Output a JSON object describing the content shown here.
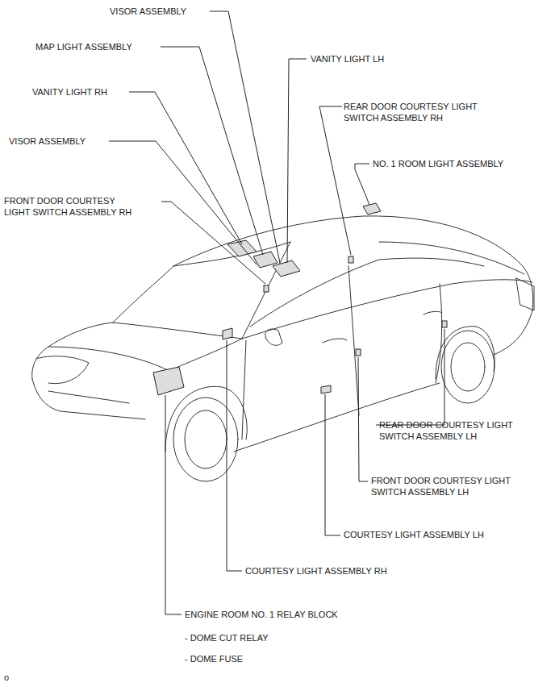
{
  "diagram": {
    "labels": [
      "VISOR ASSEMBLY",
      "MAP LIGHT ASSEMBLY",
      "VANITY LIGHT LH",
      "VANITY LIGHT RH",
      "REAR DOOR COURTESY LIGHT SWITCH ASSEMBLY RH",
      "VISOR ASSEMBLY",
      "NO. 1 ROOM LIGHT ASSEMBLY",
      "FRONT DOOR COURTESY LIGHT SWITCH ASSEMBLY RH",
      "REAR DOOR COURTESY LIGHT SWITCH ASSEMBLY LH",
      "FRONT DOOR COURTESY LIGHT SWITCH ASSEMBLY LH",
      "COURTESY LIGHT ASSEMBLY LH",
      "COURTESY LIGHT ASSEMBLY RH",
      "ENGINE ROOM NO. 1 RELAY BLOCK",
      "- DOME CUT RELAY",
      "- DOME FUSE",
      "o"
    ]
  }
}
